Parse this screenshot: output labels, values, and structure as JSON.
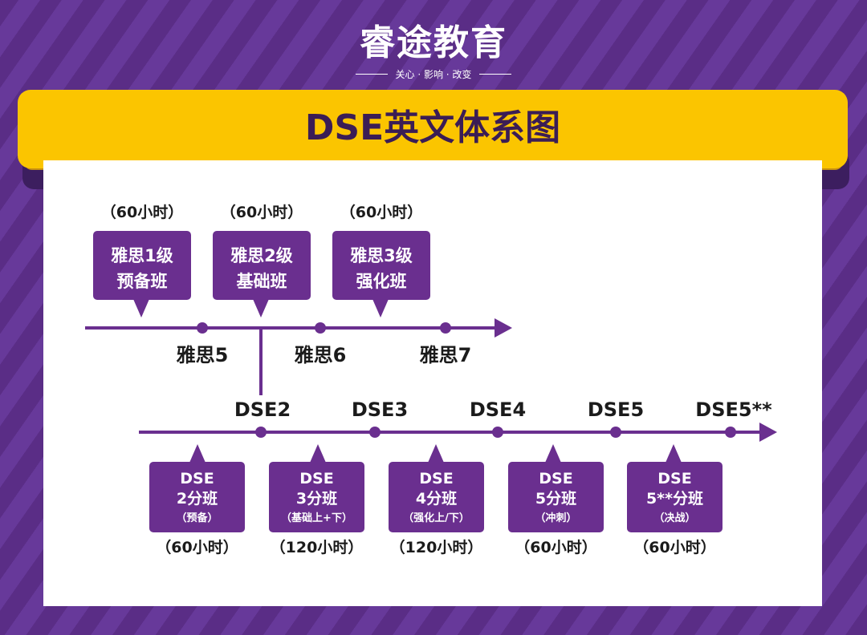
{
  "brand": {
    "name": "睿途教育",
    "slogan": "关心 · 影响 · 改变"
  },
  "title": "DSE英文体系图",
  "colors": {
    "purple": "#6a2f8f",
    "accent": "#fbc500",
    "dark_text": "#1b1b1b"
  },
  "top_track": {
    "classes": [
      {
        "hours": "（60小时）",
        "line1": "雅思1级",
        "line2": "预备班"
      },
      {
        "hours": "（60小时）",
        "line1": "雅思2级",
        "line2": "基础班"
      },
      {
        "hours": "（60小时）",
        "line1": "雅思3级",
        "line2": "强化班"
      }
    ],
    "milestones": [
      "雅思5",
      "雅思6",
      "雅思7"
    ]
  },
  "bottom_track": {
    "milestones": [
      "DSE2",
      "DSE3",
      "DSE4",
      "DSE5",
      "DSE5**"
    ],
    "classes": [
      {
        "line1": "DSE",
        "line2": "2分班",
        "note": "（预备）",
        "hours": "（60小时）"
      },
      {
        "line1": "DSE",
        "line2": "3分班",
        "note": "（基础上+下）",
        "hours": "（120小时）"
      },
      {
        "line1": "DSE",
        "line2": "4分班",
        "note": "（强化上/下）",
        "hours": "（120小时）"
      },
      {
        "line1": "DSE",
        "line2": "5分班",
        "note": "（冲刺）",
        "hours": "（60小时）"
      },
      {
        "line1": "DSE",
        "line2": "5**分班",
        "note": "（决战）",
        "hours": "（60小时）"
      }
    ]
  }
}
